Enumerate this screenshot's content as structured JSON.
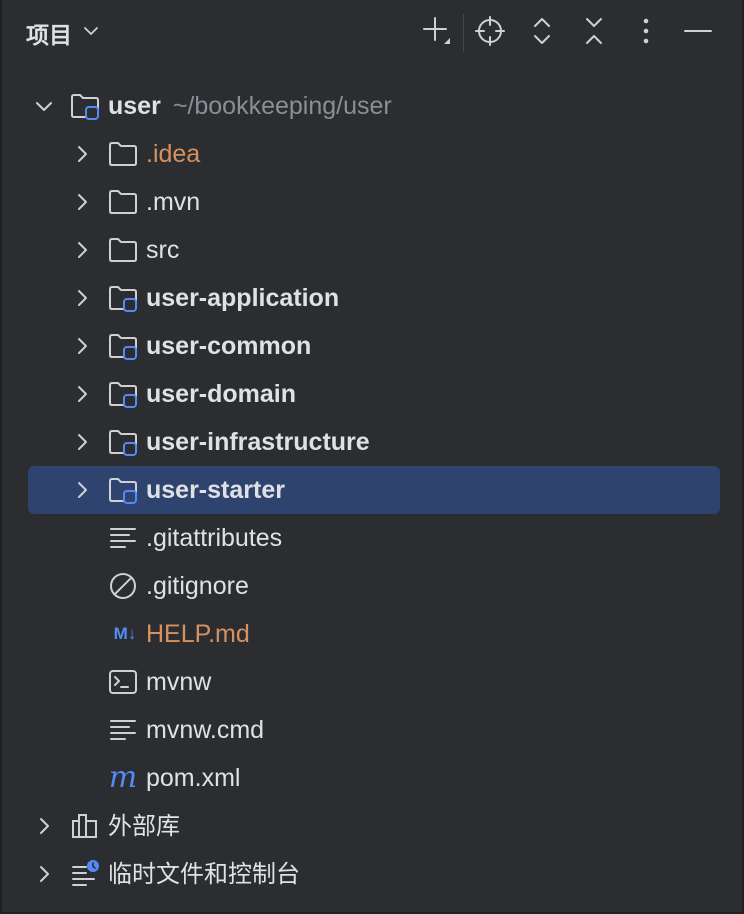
{
  "header": {
    "title": "项目",
    "toolbar": [
      "add-icon",
      "locate-icon",
      "expand-all-icon",
      "collapse-all-icon",
      "more-icon",
      "minimize-icon"
    ]
  },
  "colors": {
    "background": "#2b2d30",
    "selection": "#2e436e",
    "text": "#dfe1e5",
    "muted": "#8b8e94",
    "orange": "#d5915f",
    "module_blue": "#548af7"
  },
  "tree": {
    "root": {
      "name": "user",
      "path": "~/bookkeeping/user",
      "expanded": true
    },
    "children": [
      {
        "name": ".idea",
        "kind": "folder",
        "expandable": true
      },
      {
        "name": ".mvn",
        "kind": "folder",
        "expandable": true
      },
      {
        "name": "src",
        "kind": "folder",
        "expandable": true
      },
      {
        "name": "user-application",
        "kind": "module",
        "expandable": true
      },
      {
        "name": "user-common",
        "kind": "module",
        "expandable": true
      },
      {
        "name": "user-domain",
        "kind": "module",
        "expandable": true
      },
      {
        "name": "user-infrastructure",
        "kind": "module",
        "expandable": true
      },
      {
        "name": "user-starter",
        "kind": "module",
        "expandable": true,
        "selected": true
      },
      {
        "name": ".gitattributes",
        "kind": "text-file"
      },
      {
        "name": ".gitignore",
        "kind": "ignore-file"
      },
      {
        "name": "HELP.md",
        "kind": "markdown-file",
        "md_badge": "M↓"
      },
      {
        "name": "mvnw",
        "kind": "shell-file"
      },
      {
        "name": "mvnw.cmd",
        "kind": "text-file"
      },
      {
        "name": "pom.xml",
        "kind": "maven-file",
        "maven_badge": "m"
      }
    ],
    "bottom": [
      {
        "name": "外部库",
        "kind": "libraries"
      },
      {
        "name": "临时文件和控制台",
        "kind": "scratches"
      }
    ]
  }
}
